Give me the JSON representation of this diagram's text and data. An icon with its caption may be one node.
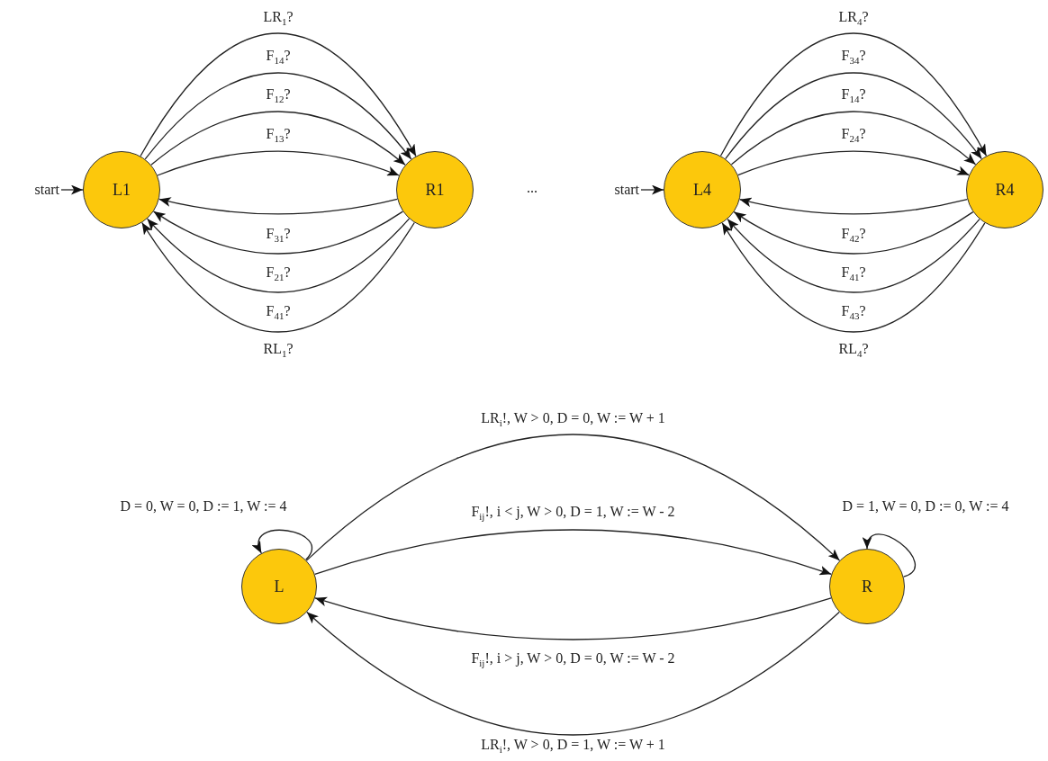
{
  "diagram": {
    "nodes": [
      {
        "text": [
          "start"
        ]
      },
      {
        "text": [
          "L1"
        ]
      },
      {
        "text": [
          "R1"
        ]
      },
      {
        "text": [
          "start"
        ]
      },
      {
        "text": [
          "L4"
        ]
      },
      {
        "text": [
          "R4"
        ]
      },
      {
        "text": [
          "L"
        ]
      },
      {
        "text": [
          "R"
        ]
      }
    ],
    "edges": [
      {
        "from": 0,
        "to": 1,
        "arrow": "to"
      },
      {
        "from": 1,
        "to": 2,
        "arrow": "to",
        "label": "LR$_{1}$?"
      },
      {
        "from": 1,
        "to": 2,
        "arrow": "to",
        "label": "F$_{14}$?"
      },
      {
        "from": 1,
        "to": 2,
        "arrow": "to",
        "label": "F$_{12}$?"
      },
      {
        "from": 1,
        "to": 2,
        "arrow": "to",
        "label": "F$_{13}$?"
      },
      {
        "from": 2,
        "to": 1,
        "arrow": "to",
        "label": "F$_{31}$?"
      },
      {
        "from": 2,
        "to": 1,
        "arrow": "to",
        "label": "F$_{21}$?"
      },
      {
        "from": 2,
        "to": 1,
        "arrow": "to",
        "label": "F$_{41}$?"
      },
      {
        "from": 2,
        "to": 1,
        "arrow": "to",
        "label": "RL$_{1}$?"
      },
      {
        "from": 3,
        "to": 4,
        "arrow": "to"
      },
      {
        "from": 4,
        "to": 5,
        "arrow": "to",
        "label": "LR$_{4}$?"
      },
      {
        "from": 4,
        "to": 5,
        "arrow": "to",
        "label": "F$_{34}$?"
      },
      {
        "from": 4,
        "to": 5,
        "arrow": "to",
        "label": "F$_{14}$?"
      },
      {
        "from": 4,
        "to": 5,
        "arrow": "to",
        "label": "F$_{24}$?"
      },
      {
        "from": 5,
        "to": 4,
        "arrow": "to",
        "label": "F$_{42}$?"
      },
      {
        "from": 5,
        "to": 4,
        "arrow": "to",
        "label": "F$_{41}$?"
      },
      {
        "from": 5,
        "to": 4,
        "arrow": "to",
        "label": "F$_{43}$?"
      },
      {
        "from": 5,
        "to": 4,
        "arrow": "to",
        "label": "RL$_{4}$?"
      },
      {
        "from": 6,
        "to": 6,
        "arrow": "to",
        "label": "D = 0, W = 0, D := 1, W := 4"
      },
      {
        "from": 6,
        "to": 7,
        "arrow": "to",
        "label": "LR$_{i}$!, W > 0, D = 0, W := W + 1"
      },
      {
        "from": 6,
        "to": 7,
        "arrow": "to",
        "label": "F$_{ij}$!, i < j, W > 0, D = 1, W := W - 2"
      },
      {
        "from": 7,
        "to": 7,
        "arrow": "to",
        "label": "D = 1, W = 0, D := 0, W := 4"
      },
      {
        "from": 7,
        "to": 6,
        "arrow": "to",
        "label": "F$_{ij}$!, i > j, W > 0, D = 0, W := W - 2"
      },
      {
        "from": 7,
        "to": 6,
        "arrow": "to",
        "label": "LR$_{i}$!, W > 0, D = 1, W := W + 1"
      }
    ],
    "labels": [
      "..."
    ]
  }
}
